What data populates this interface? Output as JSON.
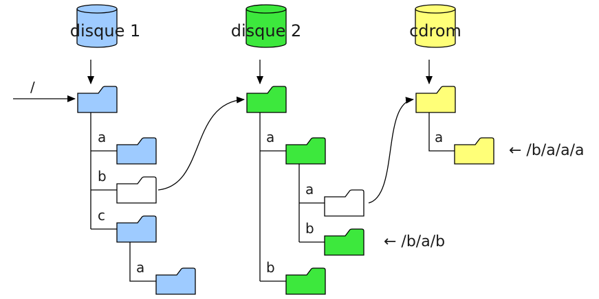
{
  "colors": {
    "disk1": "#9ecbff",
    "disk2": "#3de83d",
    "cdrom": "#ffff78",
    "empty": "#ffffff",
    "stroke": "#000000"
  },
  "disks": [
    {
      "id": "d1",
      "label": "disque 1",
      "color": "disk1",
      "icon": "cylinder-icon"
    },
    {
      "id": "d2",
      "label": "disque 2",
      "color": "disk2",
      "icon": "cylinder-icon"
    },
    {
      "id": "d3",
      "label": "cdrom",
      "color": "cdrom",
      "icon": "cylinder-icon"
    }
  ],
  "root_label": "/",
  "folders": [
    {
      "id": "d1-root",
      "color": "disk1"
    },
    {
      "id": "d1-a",
      "color": "disk1"
    },
    {
      "id": "d1-b",
      "color": "empty"
    },
    {
      "id": "d1-c",
      "color": "disk1"
    },
    {
      "id": "d1-c-a",
      "color": "disk1"
    },
    {
      "id": "d2-root",
      "color": "disk2"
    },
    {
      "id": "d2-a",
      "color": "disk2"
    },
    {
      "id": "d2-a-a",
      "color": "empty"
    },
    {
      "id": "d2-a-b",
      "color": "disk2"
    },
    {
      "id": "d2-b",
      "color": "disk2"
    },
    {
      "id": "d3-root",
      "color": "cdrom"
    },
    {
      "id": "d3-a",
      "color": "cdrom"
    }
  ],
  "edge_labels": [
    {
      "id": "d1-a",
      "text": "a"
    },
    {
      "id": "d1-b",
      "text": "b"
    },
    {
      "id": "d1-c",
      "text": "c"
    },
    {
      "id": "d1-c-a",
      "text": "a"
    },
    {
      "id": "d2-a",
      "text": "a"
    },
    {
      "id": "d2-a-a",
      "text": "a"
    },
    {
      "id": "d2-a-b",
      "text": "b"
    },
    {
      "id": "d2-b",
      "text": "b"
    },
    {
      "id": "d3-a",
      "text": "a"
    }
  ],
  "path_labels": [
    {
      "id": "path-bab",
      "text": "← /b/a/b"
    },
    {
      "id": "path-baaa",
      "text": "← /b/a/a/a"
    }
  ]
}
